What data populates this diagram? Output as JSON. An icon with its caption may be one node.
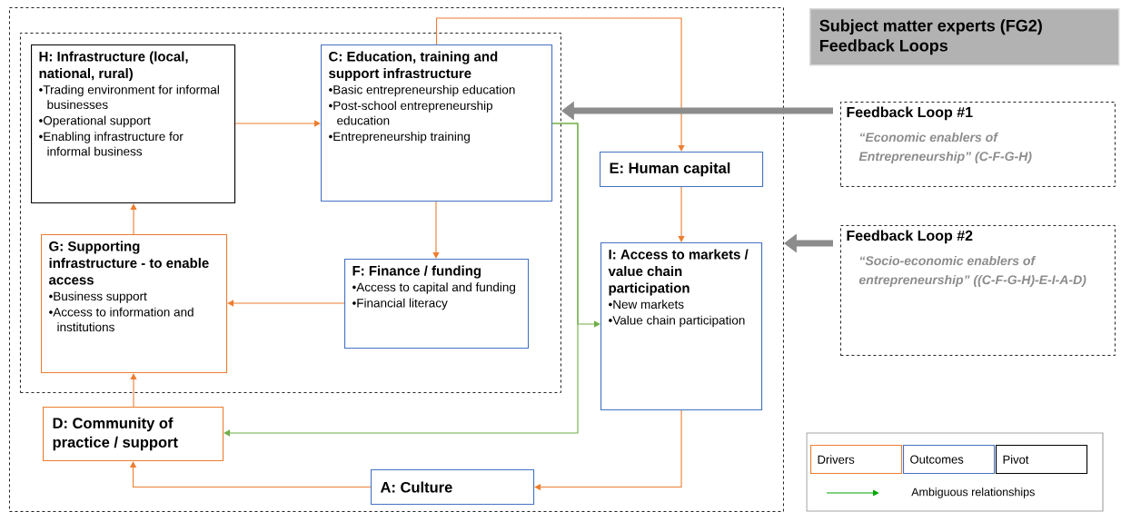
{
  "diagram": {
    "title": "Subject matter experts (FG2) Feedback Loops",
    "nodes": [
      {
        "text": [],
        "shape": "box"
      },
      {
        "text": [],
        "shape": "box",
        "in": 0
      },
      {
        "text": [
          "H: Infrastructure (local, national, rural)",
          "•Trading environment for informal businesses",
          "•Operational support",
          "•Enabling infrastructure for informal business"
        ],
        "in": 1
      },
      {
        "text": [
          "C: Education, training and support infrastructure",
          "•Basic entrepreneurship education",
          "•Post-school entrepreneurship education",
          "•Entrepreneurship training"
        ],
        "in": 1
      },
      {
        "text": [
          "G: Supporting infrastructure - to enable access",
          "•Business support",
          "•Access to information and institutions"
        ],
        "in": 1
      },
      {
        "text": [
          "F: Finance / funding",
          "•Access to capital and funding",
          "•Financial literacy"
        ],
        "in": 1
      },
      {
        "text": [
          "E: Human capital"
        ],
        "in": 0
      },
      {
        "text": [
          "I: Access to markets / value chain participation",
          "•New markets",
          "•Value chain participation"
        ],
        "in": 0
      },
      {
        "text": [
          "D: Community of practice / support"
        ],
        "in": 0
      },
      {
        "text": [
          "A: Culture"
        ],
        "in": 0
      },
      {
        "text": [
          "Feedback Loop #1",
          "“Economic enablers of Entrepreneurship” (C-F-G-H)"
        ]
      },
      {
        "text": [
          "Feedback Loop #2",
          "“Socio-economic enablers of entrepreneurship” ((C-F-G-H)-E-I-A-D)"
        ]
      }
    ],
    "edges": [
      {
        "from": 2,
        "to": 3,
        "arrow": "to"
      },
      {
        "from": 3,
        "to": 6,
        "arrow": "to"
      },
      {
        "from": 3,
        "to": 5,
        "arrow": "to"
      },
      {
        "from": 5,
        "to": 4,
        "arrow": "to"
      },
      {
        "from": 4,
        "to": 2,
        "arrow": "to"
      },
      {
        "from": 8,
        "to": 4,
        "arrow": "to"
      },
      {
        "from": 9,
        "to": 8,
        "arrow": "to"
      },
      {
        "from": 6,
        "to": 7,
        "arrow": "to"
      },
      {
        "from": 7,
        "to": 9,
        "arrow": "to"
      },
      {
        "from": 3,
        "to": 8,
        "arrow": "to",
        "color": "#70ad47"
      },
      {
        "from": 3,
        "to": 7,
        "arrow": "to",
        "color": "#70ad47"
      },
      {
        "from": 10,
        "to": 1,
        "arrow": "to",
        "style": "thick",
        "color": "#8c8c8c"
      },
      {
        "from": 11,
        "to": 0,
        "arrow": "to",
        "style": "thick",
        "color": "#8c8c8c"
      }
    ],
    "legend": [
      {
        "text": "Drivers",
        "color": "#ed7d31"
      },
      {
        "text": "Outcomes",
        "color": "#4472c4"
      },
      {
        "text": "Pivot",
        "color": "#000000"
      },
      {
        "text": "Ambiguous relationships"
      }
    ]
  }
}
